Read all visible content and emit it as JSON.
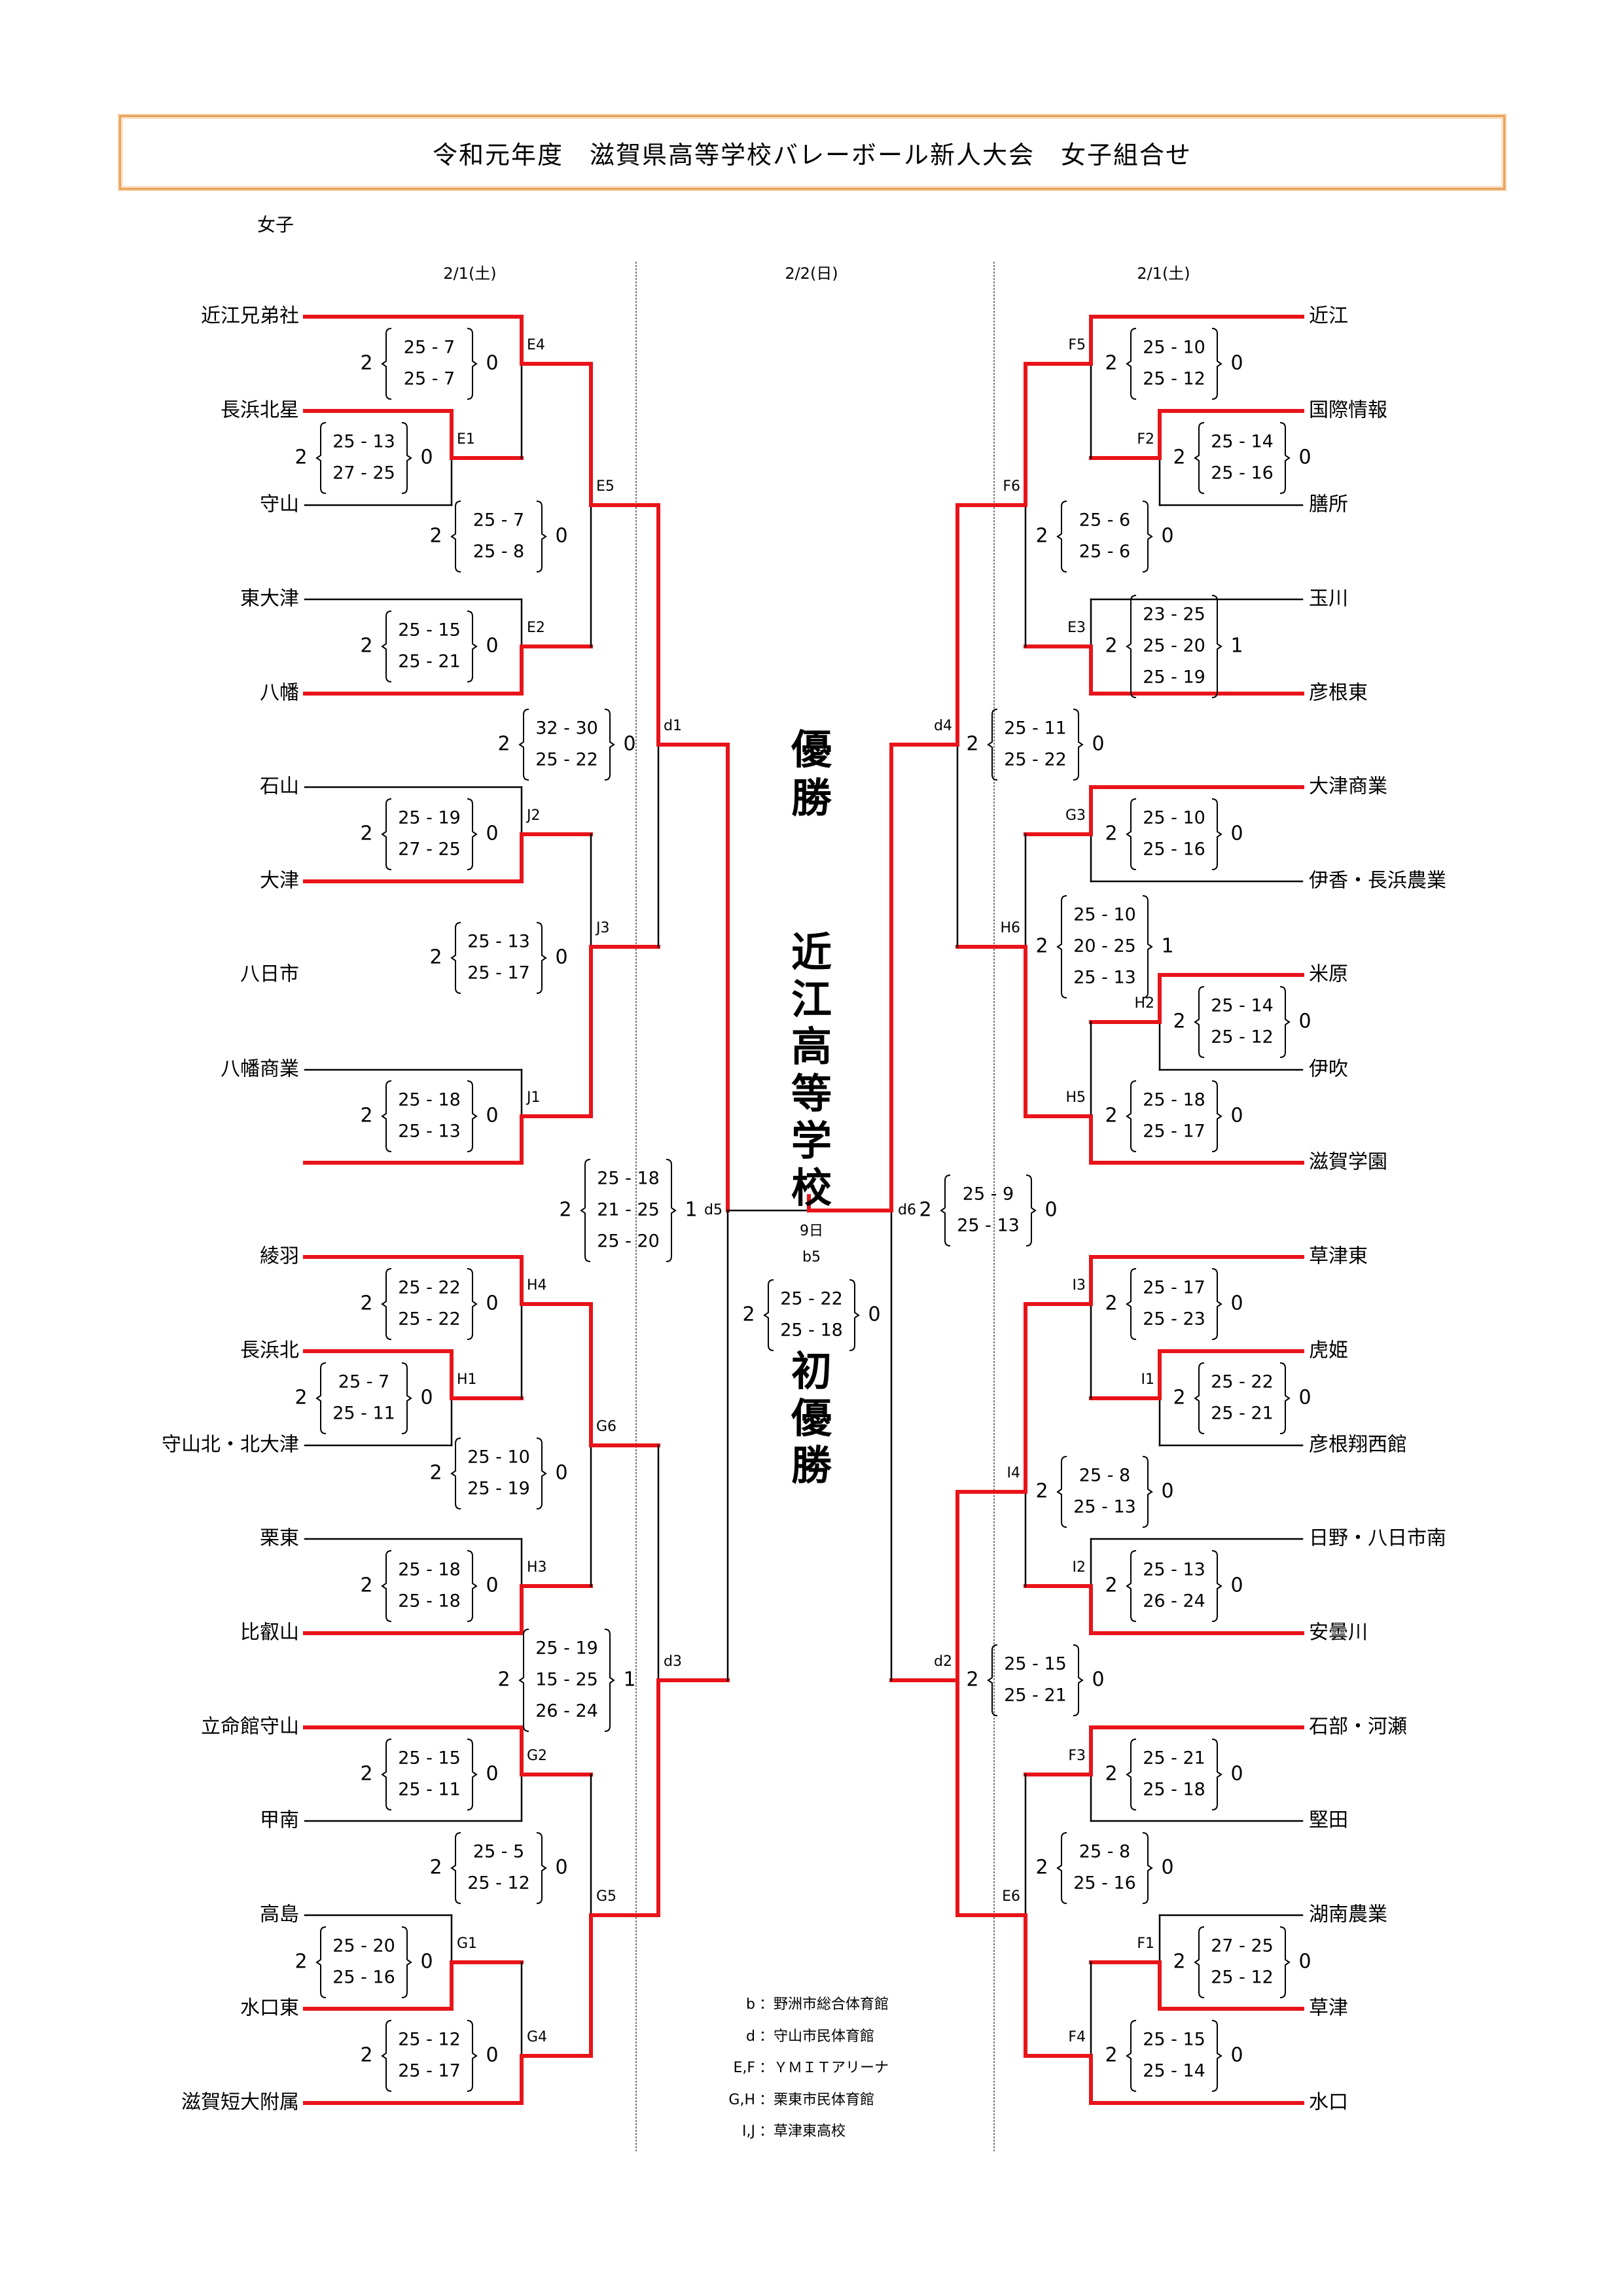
{
  "header": {
    "title": "令和元年度　滋賀県高等学校バレーボール新人大会　女子組合せ",
    "section": "女子"
  },
  "dates": {
    "left": "2/1(土)",
    "center": "2/2(日)",
    "right": "2/1(土)"
  },
  "champion": {
    "heading": "優勝",
    "school": "近江高等学校",
    "note": "初優勝"
  },
  "final": {
    "code": "b5",
    "day": "9日",
    "winner_sets": "2",
    "loser_sets": "0",
    "scores": [
      "25 - 22",
      "25 - 18"
    ]
  },
  "left_teams": [
    "近江兄弟社",
    "長浜北星",
    "守山",
    "東大津",
    "八幡",
    "石山",
    "大津",
    "八日市",
    "八幡商業",
    "綾羽",
    "長浜北",
    "守山北・北大津",
    "栗東",
    "比叡山",
    "立命館守山",
    "甲南",
    "高島",
    "水口東",
    "滋賀短大附属"
  ],
  "right_teams": [
    "近江",
    "国際情報",
    "膳所",
    "玉川",
    "彦根東",
    "大津商業",
    "伊香・長浜農業",
    "米原",
    "伊吹",
    "滋賀学園",
    "草津東",
    "虎姫",
    "彦根翔西館",
    "日野・八日市南",
    "安曇川",
    "石部・河瀬",
    "堅田",
    "湖南農業",
    "草津",
    "水口"
  ],
  "matches": {
    "E1": {
      "code": "E1",
      "w": "2",
      "l": "0",
      "scores": [
        "25 - 13",
        "27 - 25"
      ]
    },
    "E4": {
      "code": "E4",
      "w": "2",
      "l": "0",
      "scores": [
        "25 - 7",
        "25 - 7"
      ]
    },
    "E2": {
      "code": "E2",
      "w": "2",
      "l": "0",
      "scores": [
        "25 - 15",
        "25 - 21"
      ]
    },
    "E5": {
      "code": "E5",
      "w": "2",
      "l": "0",
      "scores": [
        "25 - 7",
        "25 - 8"
      ]
    },
    "J2": {
      "code": "J2",
      "w": "2",
      "l": "0",
      "scores": [
        "25 - 19",
        "27 - 25"
      ]
    },
    "J1": {
      "code": "J1",
      "w": "2",
      "l": "0",
      "scores": [
        "25 - 18",
        "25 - 13"
      ]
    },
    "J3": {
      "code": "J3",
      "w": "2",
      "l": "0",
      "scores": [
        "25 - 13",
        "25 - 17"
      ]
    },
    "d1": {
      "code": "d1",
      "w": "2",
      "l": "0",
      "scores": [
        "32 - 30",
        "25 - 22"
      ]
    },
    "H1": {
      "code": "H1",
      "w": "2",
      "l": "0",
      "scores": [
        "25 - 7",
        "25 - 11"
      ]
    },
    "H4": {
      "code": "H4",
      "w": "2",
      "l": "0",
      "scores": [
        "25 - 22",
        "25 - 22"
      ]
    },
    "H3": {
      "code": "H3",
      "w": "2",
      "l": "0",
      "scores": [
        "25 - 18",
        "25 - 18"
      ]
    },
    "G6": {
      "code": "G6",
      "w": "2",
      "l": "0",
      "scores": [
        "25 - 10",
        "25 - 19"
      ]
    },
    "G2": {
      "code": "G2",
      "w": "2",
      "l": "0",
      "scores": [
        "25 - 15",
        "25 - 11"
      ]
    },
    "G1": {
      "code": "G1",
      "w": "2",
      "l": "0",
      "scores": [
        "25 - 20",
        "25 - 16"
      ]
    },
    "G4": {
      "code": "G4",
      "w": "2",
      "l": "0",
      "scores": [
        "25 - 12",
        "25 - 17"
      ]
    },
    "G5": {
      "code": "G5",
      "w": "2",
      "l": "0",
      "scores": [
        "25 - 5",
        "25 - 12"
      ]
    },
    "d3": {
      "code": "d3",
      "w": "2",
      "l": "1",
      "scores": [
        "25 - 19",
        "15 - 25",
        "26 - 24"
      ]
    },
    "d5": {
      "code": "d5",
      "w": "2",
      "l": "1",
      "scores": [
        "25 - 18",
        "21 - 25",
        "25 - 20"
      ]
    },
    "F2": {
      "code": "F2",
      "w": "2",
      "l": "0",
      "scores": [
        "25 - 14",
        "25 - 16"
      ]
    },
    "F5": {
      "code": "F5",
      "w": "2",
      "l": "0",
      "scores": [
        "25 - 10",
        "25 - 12"
      ]
    },
    "E3": {
      "code": "E3",
      "w": "2",
      "l": "1",
      "scores": [
        "23 - 25",
        "25 - 20",
        "25 - 19"
      ]
    },
    "F6": {
      "code": "F6",
      "w": "2",
      "l": "0",
      "scores": [
        "25 - 6",
        "25 - 6"
      ]
    },
    "G3": {
      "code": "G3",
      "w": "2",
      "l": "0",
      "scores": [
        "25 - 10",
        "25 - 16"
      ]
    },
    "H2": {
      "code": "H2",
      "w": "2",
      "l": "0",
      "scores": [
        "25 - 14",
        "25 - 12"
      ]
    },
    "H5": {
      "code": "H5",
      "w": "2",
      "l": "0",
      "scores": [
        "25 - 18",
        "25 - 17"
      ]
    },
    "H6": {
      "code": "H6",
      "w": "2",
      "l": "1",
      "scores": [
        "25 - 10",
        "20 - 25",
        "25 - 13"
      ]
    },
    "d4": {
      "code": "d4",
      "w": "2",
      "l": "0",
      "scores": [
        "25 - 11",
        "25 - 22"
      ]
    },
    "I1": {
      "code": "I1",
      "w": "2",
      "l": "0",
      "scores": [
        "25 - 22",
        "25 - 21"
      ]
    },
    "I3": {
      "code": "I3",
      "w": "2",
      "l": "0",
      "scores": [
        "25 - 17",
        "25 - 23"
      ]
    },
    "I2": {
      "code": "I2",
      "w": "2",
      "l": "0",
      "scores": [
        "25 - 13",
        "26 - 24"
      ]
    },
    "I4": {
      "code": "I4",
      "w": "2",
      "l": "0",
      "scores": [
        "25 - 8",
        "25 - 13"
      ]
    },
    "d6": {
      "code": "d6",
      "w": "2",
      "l": "0",
      "scores": [
        "25 - 9",
        "25 - 13"
      ]
    },
    "F3": {
      "code": "F3",
      "w": "2",
      "l": "0",
      "scores": [
        "25 - 21",
        "25 - 18"
      ]
    },
    "F1": {
      "code": "F1",
      "w": "2",
      "l": "0",
      "scores": [
        "27 - 25",
        "25 - 12"
      ]
    },
    "F4": {
      "code": "F4",
      "w": "2",
      "l": "0",
      "scores": [
        "25 - 15",
        "25 - 14"
      ]
    },
    "E6": {
      "code": "E6",
      "w": "2",
      "l": "0",
      "scores": [
        "25 - 8",
        "25 - 16"
      ]
    },
    "d2": {
      "code": "d2",
      "w": "2",
      "l": "0",
      "scores": [
        "25 - 15",
        "25 - 21"
      ]
    }
  },
  "legend": [
    {
      "key": "b",
      "venue": "野洲市総合体育館"
    },
    {
      "key": "d",
      "venue": "守山市民体育館"
    },
    {
      "key": "E,F",
      "venue": "ＹＭＩＴアリーナ"
    },
    {
      "key": "G,H",
      "venue": "栗東市民体育館"
    },
    {
      "key": "I,J",
      "venue": "草津東高校"
    }
  ],
  "colors": {
    "winner_line": "#e8141a",
    "loser_line": "#000000",
    "title_border": "#e9a25a"
  }
}
